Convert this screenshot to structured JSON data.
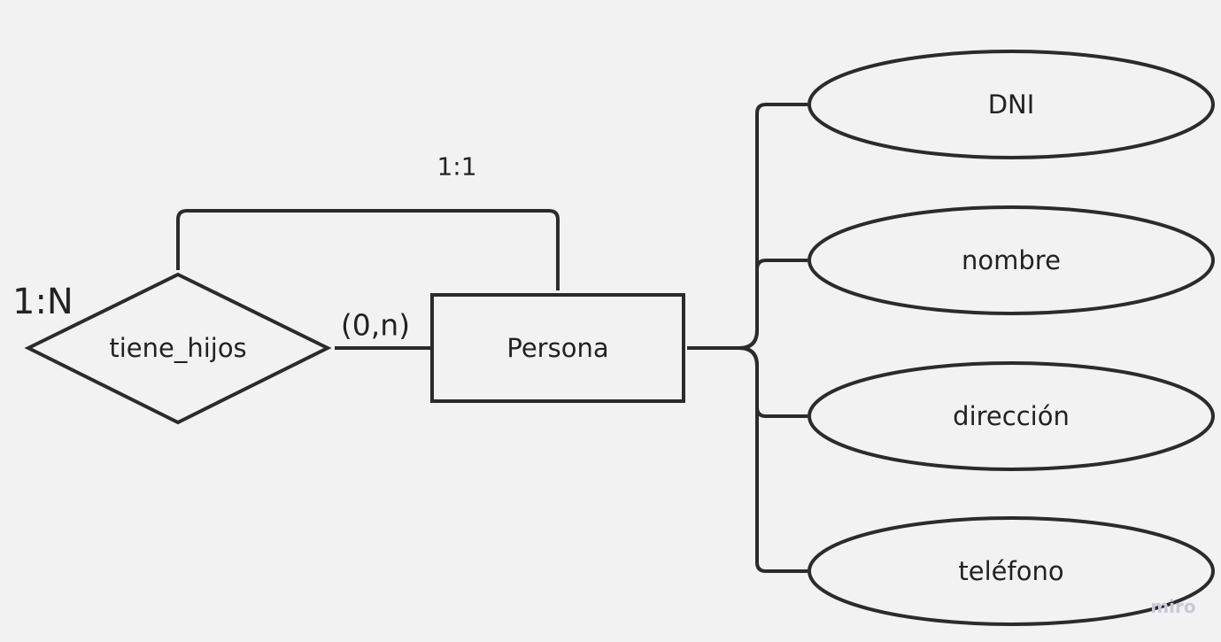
{
  "diagram": {
    "entity": {
      "label": "Persona"
    },
    "relationship": {
      "label": "tiene_hijos"
    },
    "cardinality_relationship": "1:N",
    "participation": "(0,n)",
    "self_link_cardinality": "1:1",
    "attributes": [
      {
        "label": "DNI"
      },
      {
        "label": "nombre"
      },
      {
        "label": "dirección"
      },
      {
        "label": "teléfono"
      }
    ],
    "watermark": "miro"
  },
  "colors": {
    "background": "#f2f2f2",
    "stroke": "#2b2b2b",
    "text": "#222222",
    "watermark": "#c9c9d6"
  }
}
